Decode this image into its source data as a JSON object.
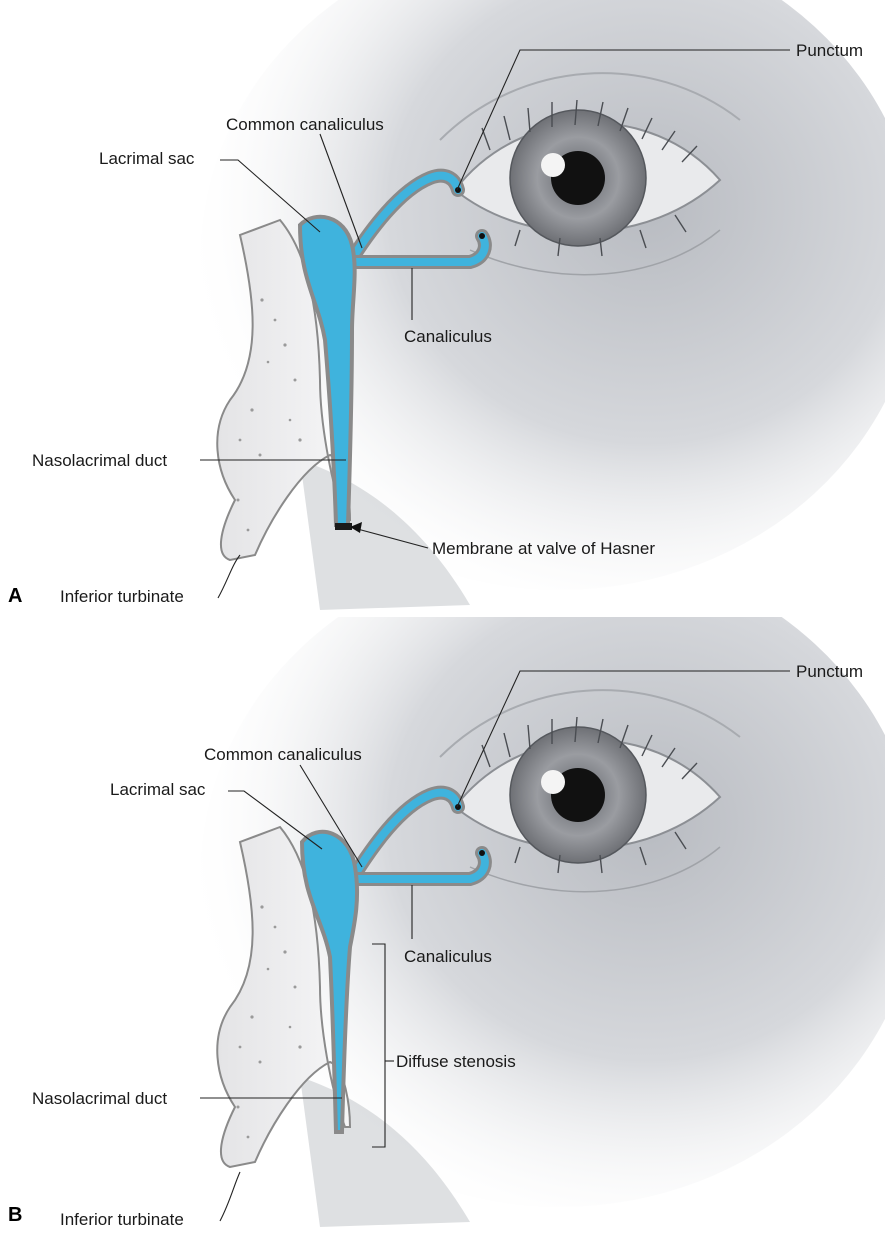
{
  "panels": [
    {
      "letter": "A",
      "labels": {
        "punctum": "Punctum",
        "common_canaliculus": "Common canaliculus",
        "lacrimal_sac": "Lacrimal sac",
        "canaliculus": "Canaliculus",
        "nasolacrimal_duct": "Nasolacrimal duct",
        "membrane": "Membrane at valve of Hasner",
        "inferior_turbinate": "Inferior turbinate"
      }
    },
    {
      "letter": "B",
      "labels": {
        "punctum": "Punctum",
        "common_canaliculus": "Common canaliculus",
        "lacrimal_sac": "Lacrimal sac",
        "canaliculus": "Canaliculus",
        "nasolacrimal_duct": "Nasolacrimal duct",
        "diffuse_stenosis": "Diffuse stenosis",
        "inferior_turbinate": "Inferior turbinate"
      }
    }
  ],
  "colors": {
    "duct_fill": "#3fb3dd",
    "duct_wall": "#8a8a8a",
    "skin_shade": "#c9cbcf",
    "iris": "#8e9196",
    "pupil": "#111111"
  }
}
